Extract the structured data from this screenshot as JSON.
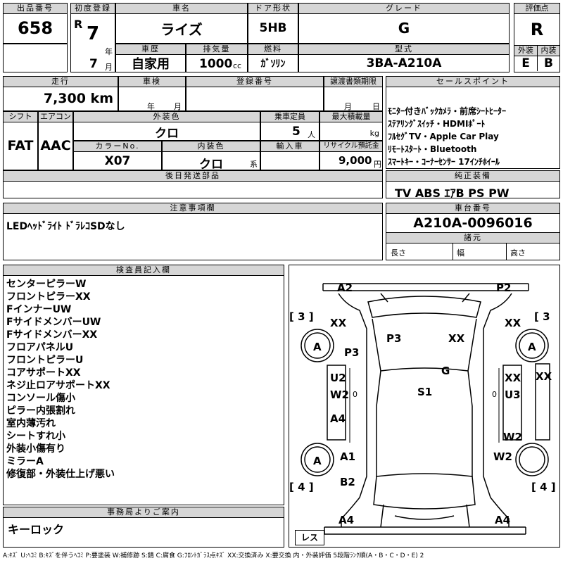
{
  "lot": {
    "label": "出品番号",
    "value": "658"
  },
  "first_reg": {
    "label": "初度登録",
    "era": "R",
    "year": "7",
    "year_unit": "年",
    "month": "7",
    "month_unit": "月"
  },
  "car_name": {
    "label": "車名",
    "value": "ライズ"
  },
  "door": {
    "label": "ドア形状",
    "value": "5HB"
  },
  "grade": {
    "label": "グレード",
    "value": "G"
  },
  "score": {
    "label": "評価点",
    "value": "R",
    "ext_label": "外装",
    "int_label": "内装",
    "ext": "E",
    "int": "B"
  },
  "history": {
    "label": "車歴",
    "value": "自家用"
  },
  "displacement": {
    "label": "排気量",
    "value": "1000",
    "unit": "cc"
  },
  "fuel": {
    "label": "燃料",
    "value": "ｶﾞｿﾘﾝ"
  },
  "model": {
    "label": "型式",
    "value": "3BA-A210A"
  },
  "mileage": {
    "label": "走行",
    "value": "7,300 km"
  },
  "inspection": {
    "label": "車検",
    "year_unit": "年",
    "month_unit": "月"
  },
  "reg_no": {
    "label": "登録番号"
  },
  "transfer": {
    "label": "譲渡書類期限",
    "month_unit": "月",
    "day_unit": "日"
  },
  "sales_point": {
    "label": "セールスポイント",
    "lines": [
      "ﾓﾆﾀｰ付きﾊﾞｯｸｶﾒﾗ・前席ｼｰﾄﾋｰﾀｰ",
      "ｽﾃｱﾘﾝｸﾞｽｲｯﾁ・HDMIﾎﾟｰﾄ",
      "ﾌﾙｾｸﾞTV・Apple Car Play",
      "ﾘﾓｰﾄｽﾀｰﾄ・Bluetooth",
      "ｽﾏｰﾄｷｰ・ｺｰﾅｰｾﾝｻｰ  17ｲﾝﾁﾎｲｰﾙ"
    ]
  },
  "shift": {
    "label": "シフト",
    "value": "FAT"
  },
  "aircon": {
    "label": "エアコン",
    "value": "AAC"
  },
  "ext_color": {
    "label": "外装色",
    "value": "クロ"
  },
  "capacity": {
    "label": "乗車定員",
    "value": "5",
    "unit": "人"
  },
  "max_load": {
    "label": "最大積載量",
    "unit": "kg"
  },
  "color_no": {
    "label": "カラーNo.",
    "value": "X07"
  },
  "int_color": {
    "label": "内装色",
    "value": "クロ",
    "unit": "系"
  },
  "import": {
    "label": "輸入車"
  },
  "recycle": {
    "label": "リサイクル預託金",
    "value": "9,000",
    "unit": "円"
  },
  "later_parts": {
    "label": "後日発送部品"
  },
  "equipment": {
    "label": "純正装備",
    "value": "TV ABS ｴｱB PS PW"
  },
  "notes": {
    "label": "注意事項欄",
    "value": "LEDﾍｯﾄﾞﾗｲﾄ ﾄﾞﾗﾚｺSDなし"
  },
  "chassis": {
    "label": "車台番号",
    "value": "A210A-0096016"
  },
  "dims": {
    "label": "諸元",
    "length": "長さ",
    "width": "幅",
    "height": "高さ"
  },
  "inspector": {
    "label": "検査員記入欄",
    "lines": [
      "センターピラーW",
      "フロントピラーXX",
      "FインナーUW",
      "FサイドメンバーUW",
      "FサイドメンバーXX",
      "フロアパネルU",
      "フロントピラーU",
      "コアサポートXX",
      "ネジ止ロアサポートXX",
      "コンソール傷小",
      "ピラー内張割れ",
      "室内薄汚れ",
      "シートすれ小",
      "外装小傷有り",
      "ミラーA",
      "修復部・外装仕上げ悪い"
    ]
  },
  "office": {
    "label": "事務局よりご案内",
    "value": "キーロック"
  },
  "diagram": {
    "marks": {
      "a2": "A2",
      "p2": "P2",
      "xx_fl": "XX",
      "xx_fr": "XX",
      "a_fl": "A",
      "a_fr": "A",
      "p3_l": "P3",
      "p3_c": "P3",
      "xx_c": "XX",
      "g": "G",
      "u2": "U2",
      "w2_l": "W2",
      "xx_r": "XX",
      "xx_edge": "XX",
      "u3": "U3",
      "s1": "S1",
      "a4_l": "A4",
      "w2_r": "W2",
      "w2_r2": "W2",
      "a_rl": "A",
      "a1": "A1",
      "b2": "B2",
      "a4_bl": "A4",
      "a4_br": "A4",
      "zero_l": "0",
      "zero_r": "0"
    },
    "bracket_fl": "3",
    "bracket_fr": "3",
    "bracket_rl": "4",
    "bracket_rr": "4",
    "less": "レス"
  },
  "legend": "A:ｷｽﾞ U:ﾍｺﾐ B:ｷｽﾞを伴うﾍｺﾐ P:要塗装 W:補修跡 S:錆 C:腐食 G:ﾌﾛﾝﾄｶﾞﾗｽ点ｷｽﾞ XX:交換済み X:要交換 内・外装評価 5段階ﾗﾝｸ順(A・B・C・D・E) 2"
}
